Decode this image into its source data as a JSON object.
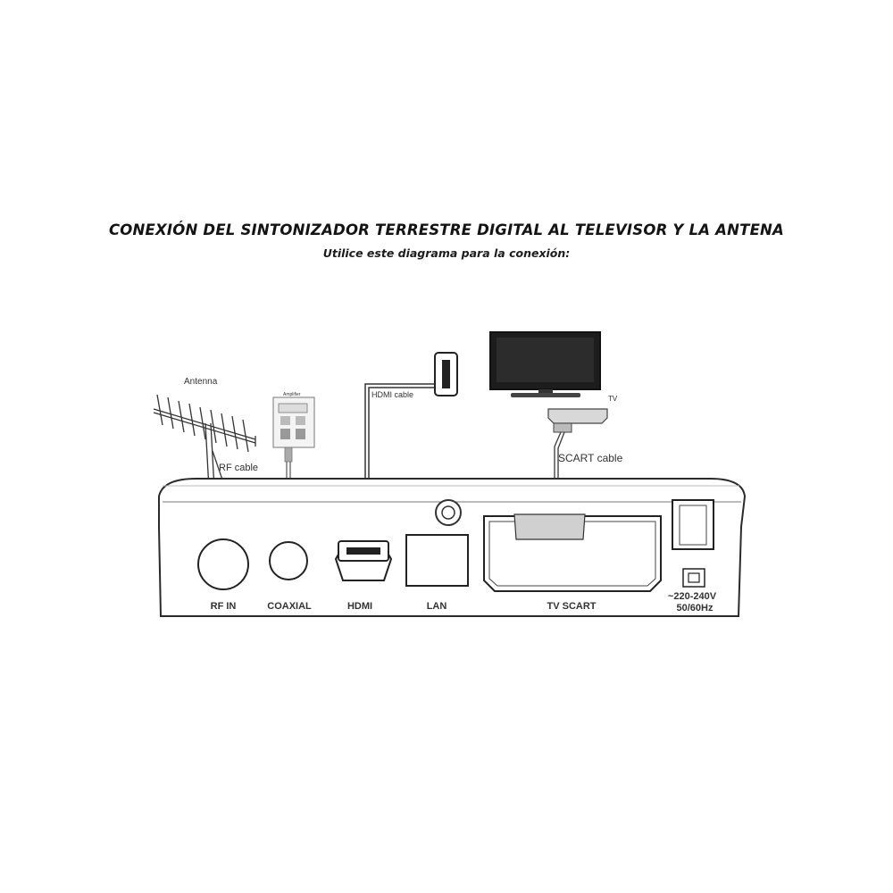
{
  "header": {
    "title": "CONEXIÓN DEL SINTONIZADOR TERRESTRE DIGITAL AL TELEVISOR Y LA ANTENA",
    "subtitle": "Utilice este diagrama para la conexión:"
  },
  "devices": {
    "antenna": "Antenna",
    "amplifier": "Amplifier",
    "tv": "TV"
  },
  "cables": {
    "rf": "RF cable",
    "hdmi": "HDMI cable",
    "scart": "SCART cable"
  },
  "ports": {
    "rf_in": "RF IN",
    "coaxial": "COAXIAL",
    "hdmi": "HDMI",
    "lan": "LAN",
    "tv_scart": "TV SCART",
    "power_line1": "~220-240V",
    "power_line2": "50/60Hz"
  }
}
